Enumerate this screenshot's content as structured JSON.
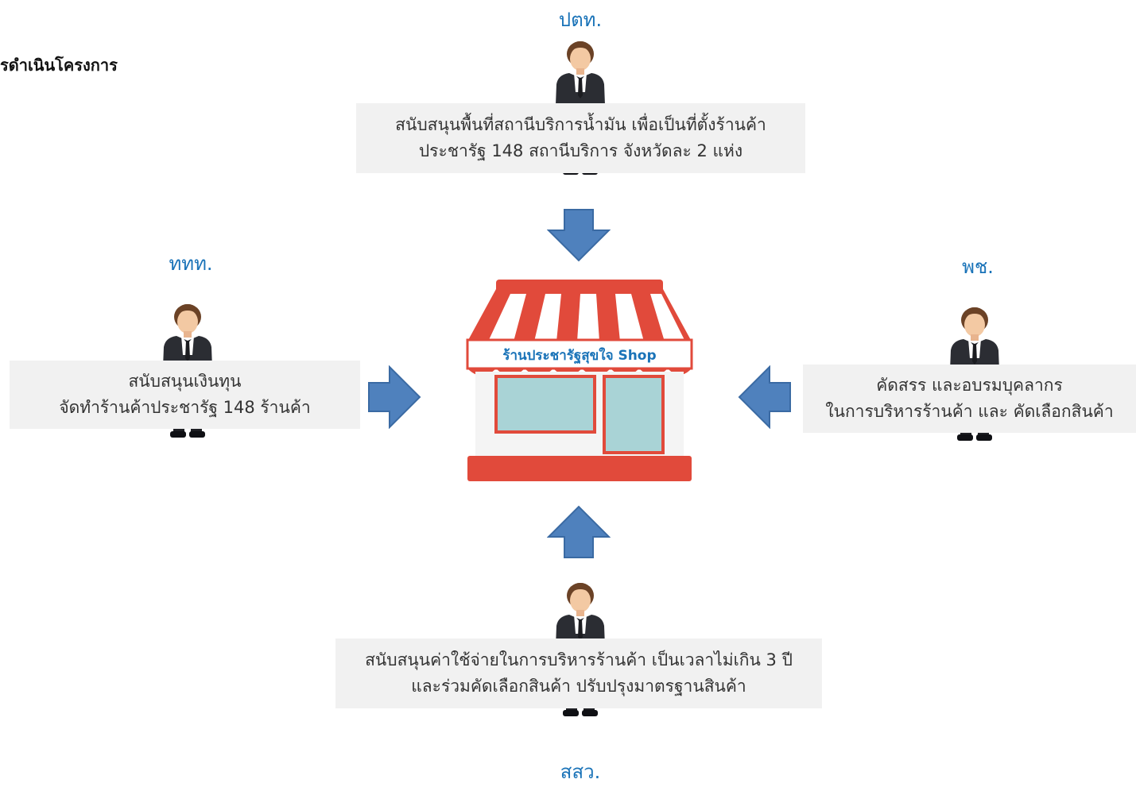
{
  "heading": "รดำเนินโครงการ",
  "shop": {
    "sign": "ร้านประชารัฐสุขใจ Shop"
  },
  "actors": {
    "top": {
      "name": "ปตท.",
      "lines": [
        "สนับสนุนพื้นที่สถานีบริการน้ำมัน เพื่อเป็นที่ตั้งร้านค้า",
        "ประชารัฐ 148 สถานีบริการ จังหวัดละ 2 แห่ง"
      ]
    },
    "left": {
      "name": "ททท.",
      "lines": [
        "สนับสนุนเงินทุน",
        "จัดทำร้านค้าประชารัฐ 148 ร้านค้า"
      ]
    },
    "right": {
      "name": "พช.",
      "lines": [
        "คัดสรร และอบรมบุคลากร",
        "ในการบริหารร้านค้า และ คัดเลือกสินค้า"
      ]
    },
    "bottom": {
      "name": "สสว.",
      "lines": [
        "สนับสนุนค่าใช้จ่ายในการบริหารร้านค้า เป็นเวลาไม่เกิน 3 ปี",
        "และร่วมคัดเลือกสินค้า ปรับปรุงมาตรฐานสินค้า"
      ]
    }
  },
  "colors": {
    "agency_text": "#1a73b8",
    "arrow_fill": "#4f81bd",
    "awning_red": "#e14a3b",
    "box_bg": "#f1f1f1"
  }
}
